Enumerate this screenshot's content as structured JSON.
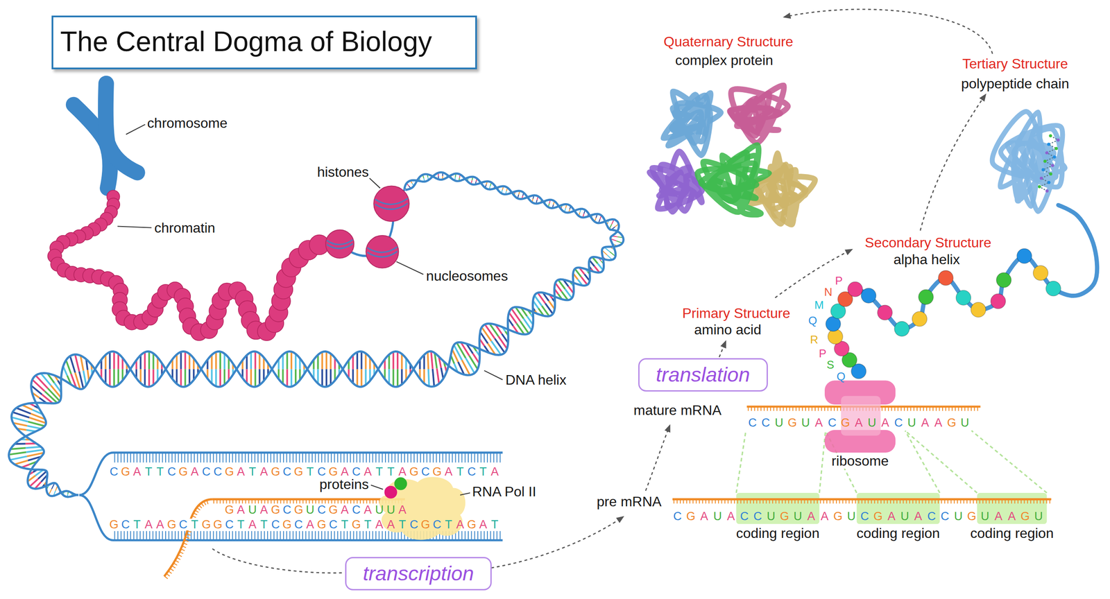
{
  "diagram": {
    "title": "The Central Dogma of Biology",
    "nodes": [
      {
        "text": [
          "translation"
        ]
      },
      {
        "text": [
          "transcription"
        ]
      }
    ],
    "labels": [
      "chromosome",
      "histones",
      "chromatin",
      "nucleosomes",
      "DNA helix",
      "CGATTCGACCGATAGCGTCGACATTAGCGATCTA",
      "proteins",
      "RNA Pol II",
      "GAUAGCGUCGACAUUA",
      "GCTAAGCTGGCTATCGCAGCTGTAATCGCTAGAT",
      "Quaternary Structure",
      "complex protein",
      "Tertiary Structure",
      "polypeptide chain",
      "Secondary Structure",
      "alpha helix",
      "P",
      "N",
      "M",
      "Q",
      "R",
      "P",
      "S",
      "Q",
      "Primary Structure",
      "amino acid",
      "mature mRNA",
      "CCUGUACGAUACUAAGU",
      "ribosome",
      "pre mRNA",
      "CGAUACCUGUAAGUCGAUACCUGUAAGU",
      "coding region",
      "coding region",
      "coding region"
    ]
  }
}
